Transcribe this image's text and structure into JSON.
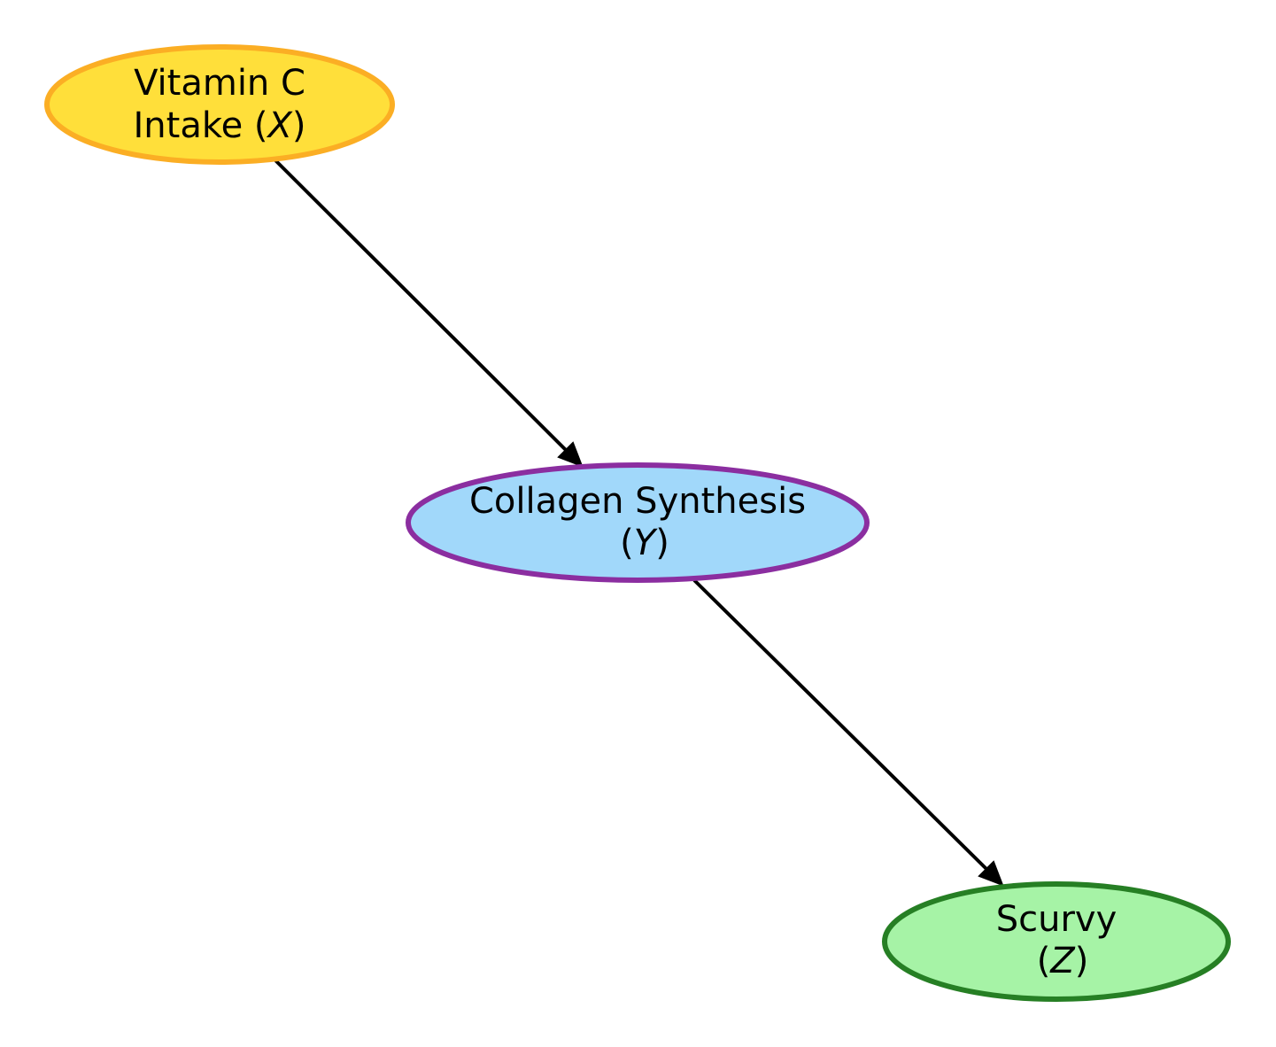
{
  "nodes": {
    "vitamin_c": {
      "line1": "Vitamin C",
      "line2_prefix": "Intake (",
      "variable": "X",
      "line2_suffix": ")",
      "fill_color": "#FFDF3A",
      "border_color": "#FBAE24"
    },
    "collagen": {
      "line1": "Collagen Synthesis",
      "line2_prefix": "(",
      "variable": "Y",
      "line2_suffix": ")",
      "fill_color": "#A1D8FA",
      "border_color": "#8B2EA0"
    },
    "scurvy": {
      "line1": "Scurvy",
      "line2_prefix": "(",
      "variable": "Z",
      "line2_suffix": ")",
      "fill_color": "#A6F3A6",
      "border_color": "#267F24"
    }
  },
  "edges": [
    {
      "from": "vitamin_c",
      "to": "collagen"
    },
    {
      "from": "collagen",
      "to": "scurvy"
    }
  ]
}
